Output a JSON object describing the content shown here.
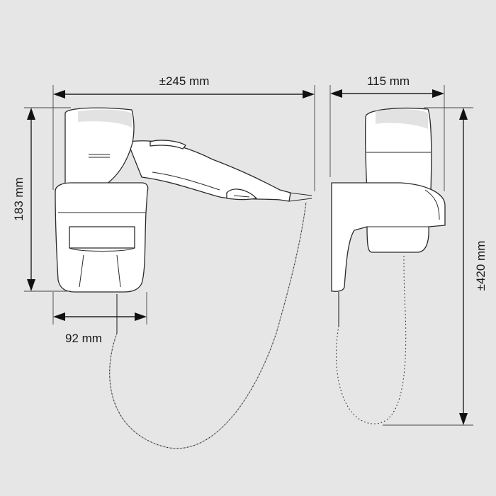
{
  "dimensions": {
    "width_total": "±245 mm",
    "width_side": "115 mm",
    "height_holder": "183 mm",
    "height_total": "±420 mm",
    "width_holder": "92 mm"
  },
  "colors": {
    "background": "#e6e6e6",
    "line": "#222222",
    "fill": "#ffffff"
  }
}
